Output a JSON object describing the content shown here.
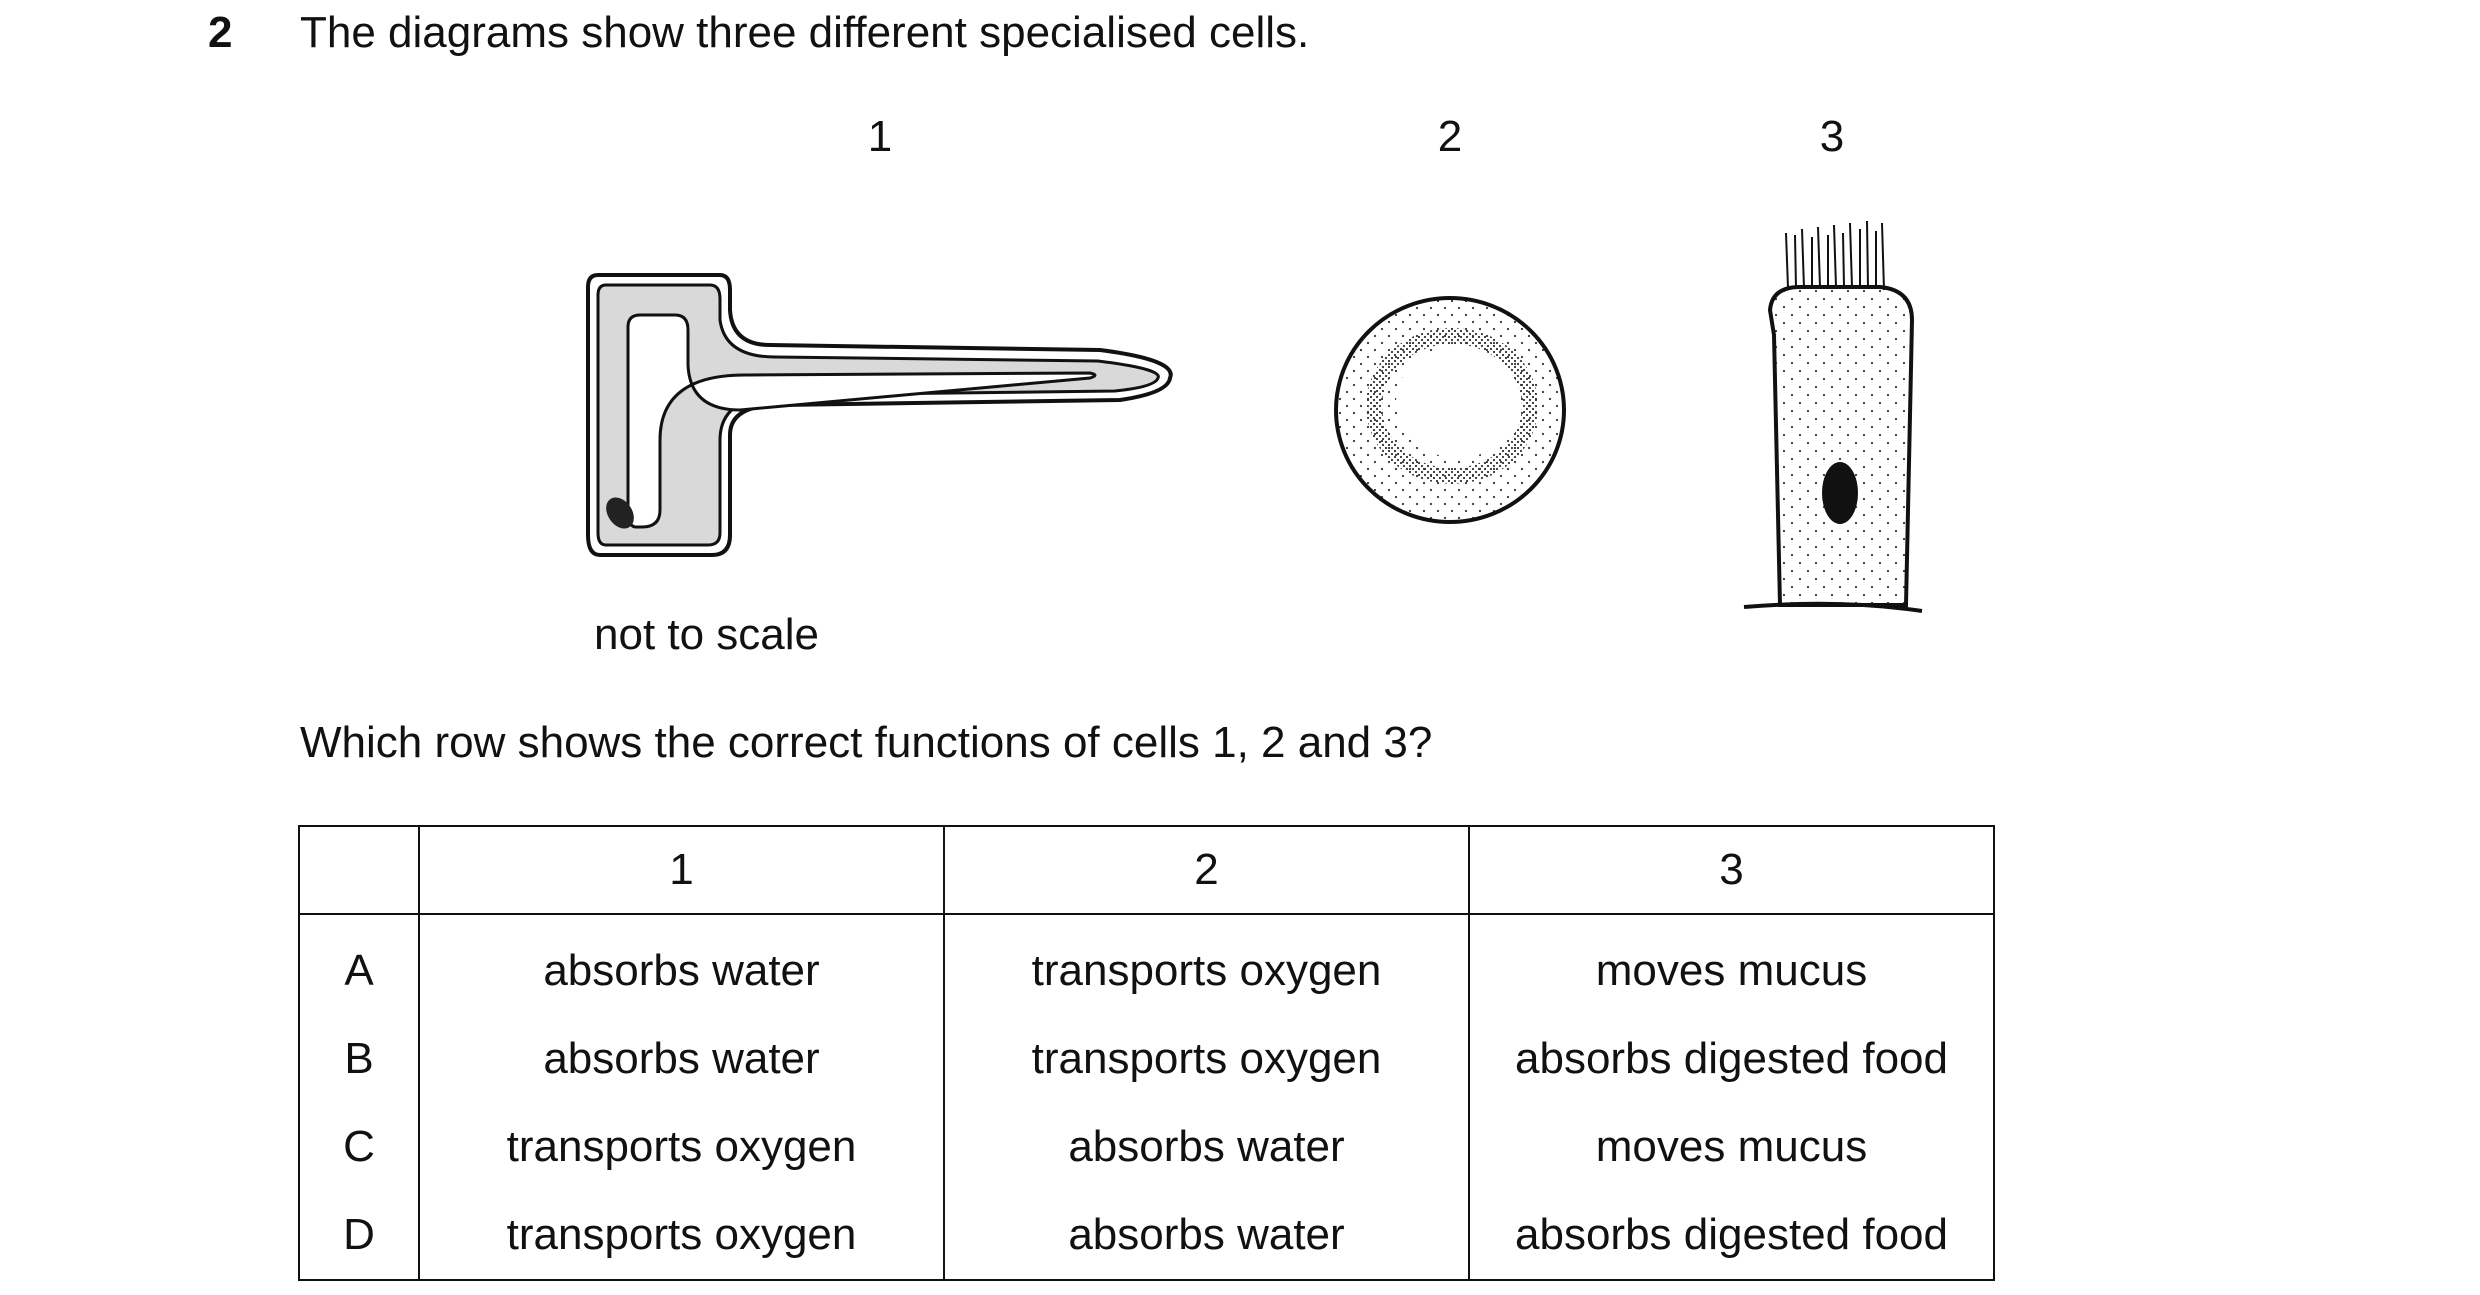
{
  "question": {
    "number": "2",
    "intro": "The diagrams show three different specialised cells.",
    "cell_labels": [
      "1",
      "2",
      "3"
    ],
    "scale_note": "not to scale",
    "prompt": "Which row shows the correct functions of cells 1, 2 and 3?"
  },
  "table": {
    "headers": [
      "",
      "1",
      "2",
      "3"
    ],
    "rows": [
      {
        "option": "A",
        "cells": [
          "absorbs water",
          "transports oxygen",
          "moves mucus"
        ]
      },
      {
        "option": "B",
        "cells": [
          "absorbs water",
          "transports oxygen",
          "absorbs digested food"
        ]
      },
      {
        "option": "C",
        "cells": [
          "transports oxygen",
          "absorbs water",
          "moves mucus"
        ]
      },
      {
        "option": "D",
        "cells": [
          "transports oxygen",
          "absorbs water",
          "absorbs digested food"
        ]
      }
    ]
  }
}
